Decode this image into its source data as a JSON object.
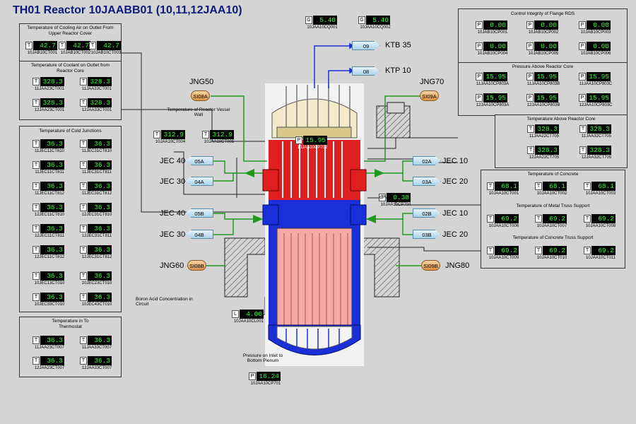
{
  "title": "TH01 Reactor 10JAABB01 (10,11,12JAA10)",
  "top_gauges": [
    {
      "icon": "G",
      "value": "5.40",
      "tag": "10JAA10CQ001"
    },
    {
      "icon": "G",
      "value": "5.40",
      "tag": "10JAA10CQ002"
    }
  ],
  "outlets": [
    {
      "label": "09",
      "name": "KTB 35"
    },
    {
      "label": "08",
      "name": "KTP 10"
    }
  ],
  "cooling_air": {
    "title": "Temperature of Cooling Air on Outlet From Upper Reactor Cover",
    "gauges": [
      {
        "icon": "T",
        "value": "42.7",
        "tag": "10JAB10CT001"
      },
      {
        "icon": "T",
        "value": "42.7",
        "tag": "10JAB10CT002"
      },
      {
        "icon": "T",
        "value": "42.7",
        "tag": "10JAB10CT003"
      }
    ]
  },
  "coolant": {
    "title": "Temperature of Coolant on Outlet from Reactor Core",
    "gauges": [
      {
        "icon": "T",
        "value": "328.3",
        "tag": "11JAA23CT001"
      },
      {
        "icon": "T",
        "value": "328.3",
        "tag": "11JAA33CT001"
      },
      {
        "icon": "T",
        "value": "328.3",
        "tag": "12JAA23CT001"
      },
      {
        "icon": "T",
        "value": "328.3",
        "tag": "12JAA33CT001"
      }
    ]
  },
  "cold_junctions": {
    "title": "Temperature of Cold Junctions",
    "gauges": [
      {
        "icon": "T",
        "value": "36.3",
        "tag": "11JEC11CT810"
      },
      {
        "icon": "T",
        "value": "36.3",
        "tag": "11JEC31CT810"
      },
      {
        "icon": "T",
        "value": "36.3",
        "tag": "11JEC11CT811"
      },
      {
        "icon": "T",
        "value": "36.3",
        "tag": "11JEC31CT811"
      },
      {
        "icon": "T",
        "value": "36.3",
        "tag": "11JEC11CT812"
      },
      {
        "icon": "T",
        "value": "36.3",
        "tag": "11JEC31CT812"
      },
      {
        "icon": "T",
        "value": "36.3",
        "tag": "12JEC11CT810"
      },
      {
        "icon": "T",
        "value": "36.3",
        "tag": "12JEC31CT810"
      },
      {
        "icon": "T",
        "value": "36.3",
        "tag": "12JEC11CT811"
      },
      {
        "icon": "T",
        "value": "36.3",
        "tag": "12JEC31CT811"
      },
      {
        "icon": "T",
        "value": "36.3",
        "tag": "12JEC11CT812"
      },
      {
        "icon": "T",
        "value": "36.3",
        "tag": "12JEC31CT812"
      },
      {
        "icon": "T",
        "value": "36.3",
        "tag": "10JEC13CT010"
      },
      {
        "icon": "T",
        "value": "36.3",
        "tag": "10JEC23CT010"
      },
      {
        "icon": "T",
        "value": "36.3",
        "tag": "10JEC33CT010"
      },
      {
        "icon": "T",
        "value": "36.3",
        "tag": "10JEC43CT010"
      }
    ]
  },
  "thermostat": {
    "title": "Temperature in To Thermostat",
    "gauges": [
      {
        "icon": "T",
        "value": "36.3",
        "tag": "11JAA23CT007"
      },
      {
        "icon": "T",
        "value": "36.3",
        "tag": "11JAA33CT007"
      },
      {
        "icon": "T",
        "value": "36.3",
        "tag": "12JAA23CT007"
      },
      {
        "icon": "T",
        "value": "36.3",
        "tag": "12JAA33CT007"
      }
    ]
  },
  "vessel_wall": {
    "label": "Temperature of Reactor Vessel Wall",
    "gauges": [
      {
        "icon": "T",
        "value": "312.9",
        "tag": "10JAA10CT004"
      },
      {
        "icon": "T",
        "value": "312.9",
        "tag": "10JAA10CT005"
      }
    ]
  },
  "center_pressure": {
    "icon": "P",
    "value": "15.95",
    "tag": "10JAA10CP702"
  },
  "diff_pressure": {
    "icon": "dP",
    "value": "0.38",
    "tag": "10JAA10CP704"
  },
  "level": {
    "icon": "L",
    "value": "4.00",
    "tag": "10JAA10CL001"
  },
  "boron_label": "Boron Acid Concentration in Circuit",
  "inlet_pressure": {
    "label": "Pressure on Inlet to Bottom Plenum",
    "icon": "P",
    "value": "16.24",
    "tag": "10JAA10CP701"
  },
  "pipes_left": [
    {
      "name": "JEC 40",
      "tag": "05A"
    },
    {
      "name": "JEC 30",
      "tag": "04A"
    },
    {
      "name": "JEC 40",
      "tag": "05B"
    },
    {
      "name": "JEC 30",
      "tag": "04B"
    }
  ],
  "pipes_right": [
    {
      "tag": "02A",
      "name": "JEC 10"
    },
    {
      "tag": "03A",
      "name": "JEC 20"
    },
    {
      "tag": "02B",
      "name": "JEC 10"
    },
    {
      "tag": "03B",
      "name": "JEC 20"
    }
  ],
  "injection": [
    {
      "name": "JNG50",
      "tag": "SI08A"
    },
    {
      "name": "JNG70",
      "tag": "SI09A"
    },
    {
      "name": "JNG60",
      "tag": "SI08B"
    },
    {
      "name": "JNG80",
      "tag": "SI09B"
    }
  ],
  "flange": {
    "title": "Control Integrity of Flange RDS",
    "gauges": [
      {
        "icon": "P",
        "value": "0.00",
        "tag": "10JAB10CP001"
      },
      {
        "icon": "P",
        "value": "0.00",
        "tag": "10JAB10CP002"
      },
      {
        "icon": "P",
        "value": "0.00",
        "tag": "10JAB10CP003"
      },
      {
        "icon": "P",
        "value": "0.00",
        "tag": "10JAB10CP004"
      },
      {
        "icon": "P",
        "value": "0.00",
        "tag": "10JAB10CP005"
      },
      {
        "icon": "P",
        "value": "0.00",
        "tag": "10JAB10CP006"
      }
    ]
  },
  "pressure_above": {
    "title": "Pressure Above Reactor Core",
    "gauges": [
      {
        "icon": "P",
        "value": "15.95",
        "tag": "11JAA10CP803A"
      },
      {
        "icon": "P",
        "value": "15.95",
        "tag": "11JAA10CP803B"
      },
      {
        "icon": "P",
        "value": "15.95",
        "tag": "11JAA10CP803C"
      },
      {
        "icon": "P",
        "value": "15.95",
        "tag": "12JAA10CP803A"
      },
      {
        "icon": "P",
        "value": "15.95",
        "tag": "12JAA10CP803B"
      },
      {
        "icon": "P",
        "value": "15.95",
        "tag": "12JAA10CP803C"
      }
    ]
  },
  "temp_above": {
    "title": "Temperature Above Reactor Core",
    "gauges": [
      {
        "icon": "T",
        "value": "328.3",
        "tag": "11JAA22CT705"
      },
      {
        "icon": "T",
        "value": "328.3",
        "tag": "11JAA32CT705"
      },
      {
        "icon": "T",
        "value": "328.3",
        "tag": "12JAA22CT705"
      },
      {
        "icon": "T",
        "value": "328.3",
        "tag": "12JAA32CT705"
      }
    ]
  },
  "concrete": {
    "title": "Temperature of Concrete",
    "gauges": [
      {
        "icon": "T",
        "value": "68.1",
        "tag": "10JAA10CT001"
      },
      {
        "icon": "T",
        "value": "68.1",
        "tag": "10JAA10CT002"
      },
      {
        "icon": "T",
        "value": "68.1",
        "tag": "10JAA10CT003"
      }
    ]
  },
  "metal_truss": {
    "title": "Temperature of Metal Truss Support",
    "gauges": [
      {
        "icon": "T",
        "value": "69.2",
        "tag": "10JAA10CT006"
      },
      {
        "icon": "T",
        "value": "69.2",
        "tag": "10JAA10CT007"
      },
      {
        "icon": "T",
        "value": "69.2",
        "tag": "10JAA10CT008"
      }
    ]
  },
  "concrete_truss": {
    "title": "Temperature of Concrete Truss Support",
    "gauges": [
      {
        "icon": "T",
        "value": "69.2",
        "tag": "10JAA10CT009"
      },
      {
        "icon": "T",
        "value": "69.2",
        "tag": "10JAA10CT010"
      },
      {
        "icon": "T",
        "value": "69.2",
        "tag": "10JAA10CT011"
      }
    ]
  }
}
